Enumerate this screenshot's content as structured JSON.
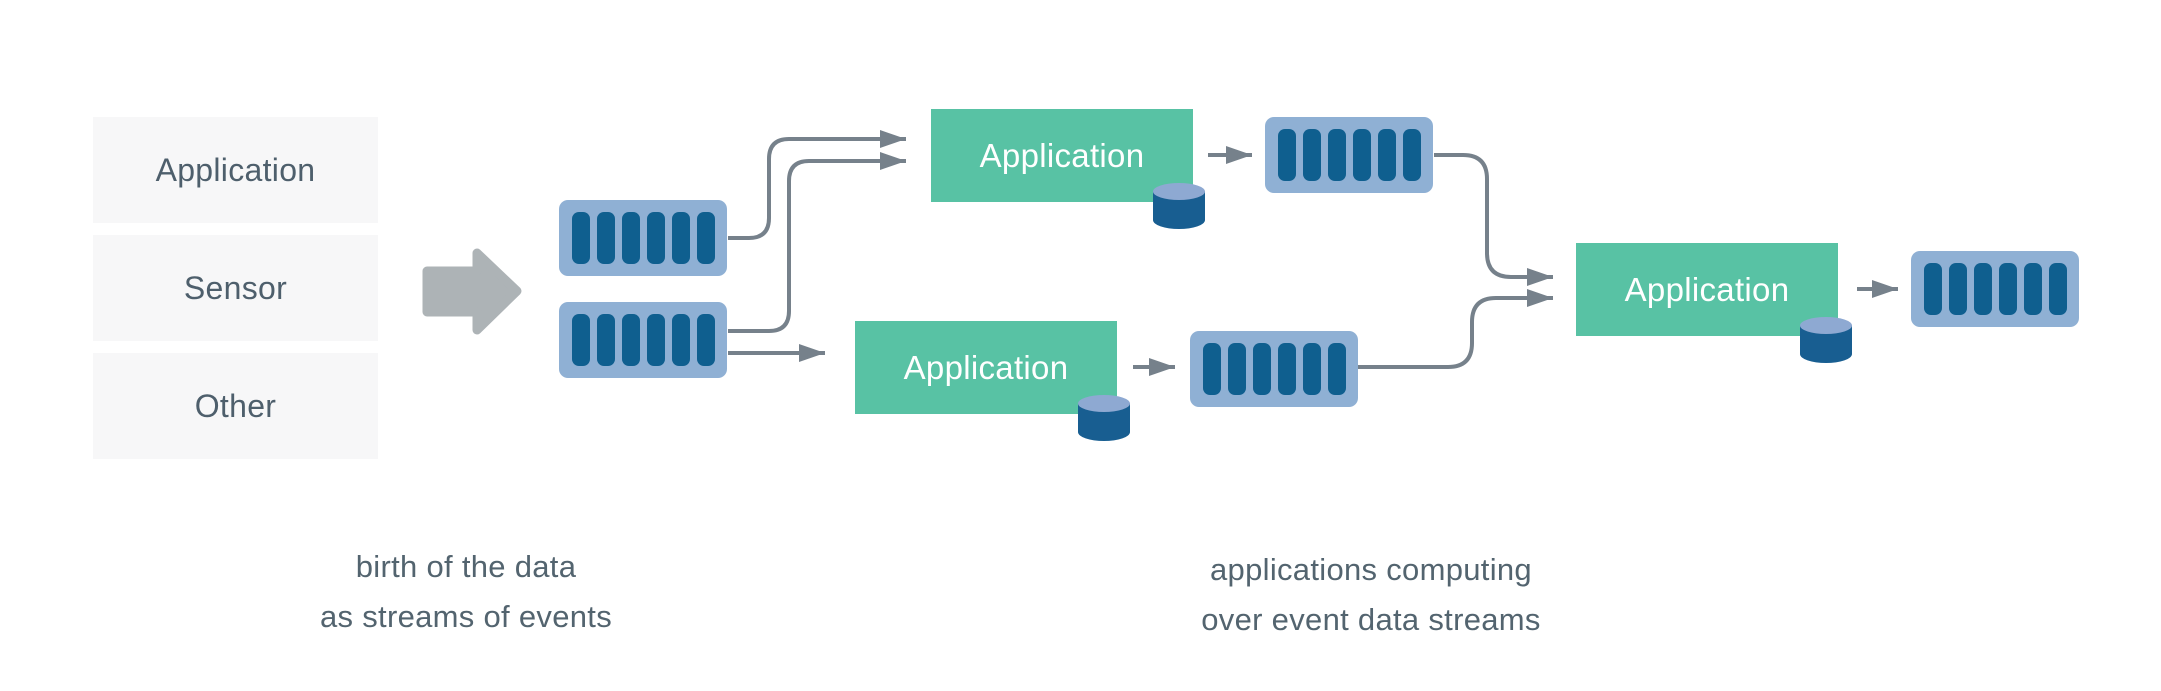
{
  "sources": {
    "items": [
      {
        "label": "Application"
      },
      {
        "label": "Sensor"
      },
      {
        "label": "Other"
      }
    ]
  },
  "apps": [
    {
      "label": "Application"
    },
    {
      "label": "Application"
    },
    {
      "label": "Application"
    }
  ],
  "captions": {
    "left": {
      "line1": "birth of the data",
      "line2": "as streams of events"
    },
    "right": {
      "line1": "applications computing",
      "line2": "over event data streams"
    }
  },
  "stream_icon": {
    "semantic": "event-stream-log-icon",
    "bar_count": 6
  },
  "icons": {
    "flow-arrow": "thick right block arrow",
    "database-cylinder": "state database cylinder",
    "connector-arrowhead": "thin solid arrowhead"
  },
  "colors": {
    "accent-green": "#58c2a4",
    "stream-bg": "#8fb0d4",
    "stream-bar": "#0f5f8f",
    "cylinder-body": "#185e91",
    "cylinder-top": "#8ea9d2",
    "connector": "#76818b",
    "flow-arrow": "#adb3b6",
    "source-bg": "#f7f7f8",
    "label-text": "#4e5f6c",
    "caption-text": "#53646f"
  }
}
